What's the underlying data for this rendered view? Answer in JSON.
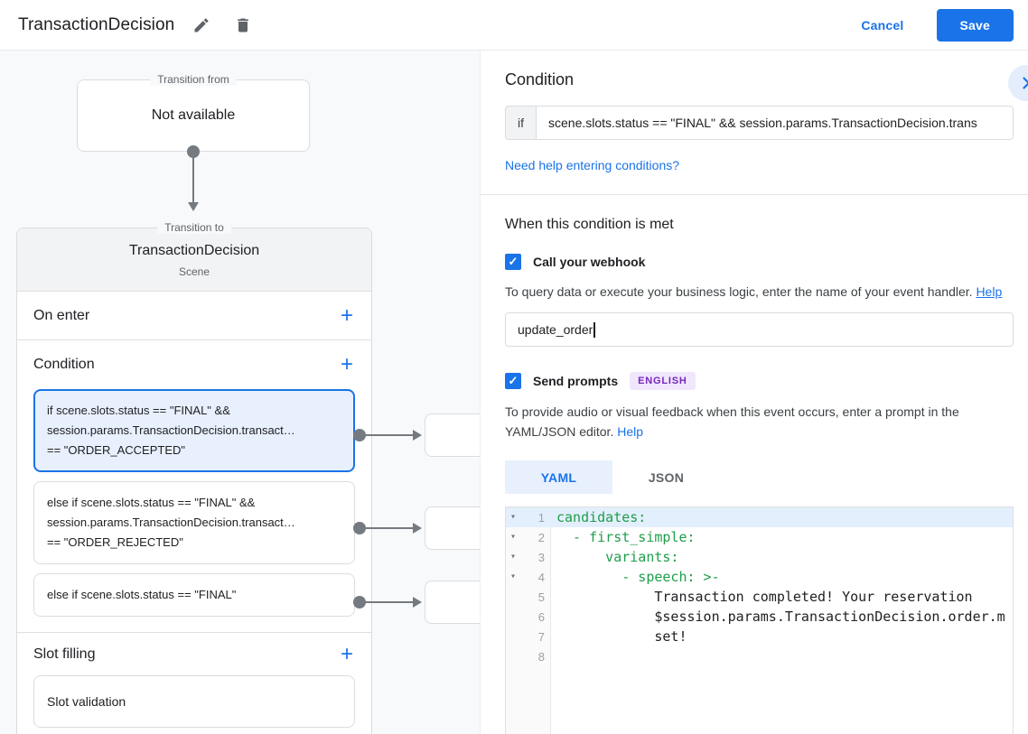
{
  "colors": {
    "accent_blue": "#1a73e8",
    "selection_blue_bg": "#e8f0fe",
    "code_key_green": "#1e9e4a",
    "badge_purple_bg": "#f0e7fd",
    "badge_purple_text": "#7627bb",
    "canvas_bg": "#f8f9fa"
  },
  "icons": {
    "check": "✓",
    "plus": "+",
    "fold": "▾"
  },
  "header": {
    "title": "TransactionDecision",
    "cancel_label": "Cancel",
    "save_label": "Save"
  },
  "canvas": {
    "transition_from": {
      "legend": "Transition from",
      "value": "Not available"
    },
    "transition_to": {
      "legend": "Transition to",
      "title": "TransactionDecision",
      "subtitle": "Scene"
    },
    "on_enter_label": "On enter",
    "condition_label": "Condition",
    "slot_filling_label": "Slot filling",
    "condition_cards": [
      {
        "selected": true,
        "lines": [
          "if scene.slots.status == \"FINAL\" &&",
          "session.params.TransactionDecision.transact…",
          "== \"ORDER_ACCEPTED\""
        ]
      },
      {
        "selected": false,
        "lines": [
          "else if scene.slots.status == \"FINAL\" &&",
          "session.params.TransactionDecision.transact…",
          "== \"ORDER_REJECTED\""
        ]
      },
      {
        "selected": false,
        "lines": [
          "else if scene.slots.status == \"FINAL\""
        ]
      }
    ],
    "slot_validation_card": "Slot validation"
  },
  "panel": {
    "condition": {
      "title": "Condition",
      "if_label": "if",
      "expression": "scene.slots.status == \"FINAL\" && session.params.TransactionDecision.trans",
      "help_link": "Need help entering conditions?"
    },
    "when_met": {
      "title": "When this condition is met",
      "webhook": {
        "label": "Call your webhook",
        "checked": true,
        "helper": "To query data or execute your business logic, enter the name of your event handler.",
        "help_link": "Help",
        "value": "update_order"
      },
      "prompts": {
        "label": "Send prompts",
        "checked": true,
        "badge": "ENGLISH",
        "helper": "To provide audio or visual feedback when this event occurs, enter a prompt in the YAML/JSON editor.",
        "help_link": "Help"
      },
      "tabs": [
        {
          "label": "YAML",
          "active": true
        },
        {
          "label": "JSON",
          "active": false
        }
      ],
      "editor": {
        "lines": [
          {
            "num": "1",
            "text": "candidates:"
          },
          {
            "num": "2",
            "text": "  - first_simple:"
          },
          {
            "num": "3",
            "text": "      variants:"
          },
          {
            "num": "4",
            "text": "        - speech: >-"
          },
          {
            "num": "5",
            "text": "            Transaction completed! Your reservation"
          },
          {
            "num": "6",
            "text": "            $session.params.TransactionDecision.order.m"
          },
          {
            "num": "7",
            "text": "            set!"
          },
          {
            "num": "8",
            "text": ""
          }
        ]
      }
    }
  }
}
